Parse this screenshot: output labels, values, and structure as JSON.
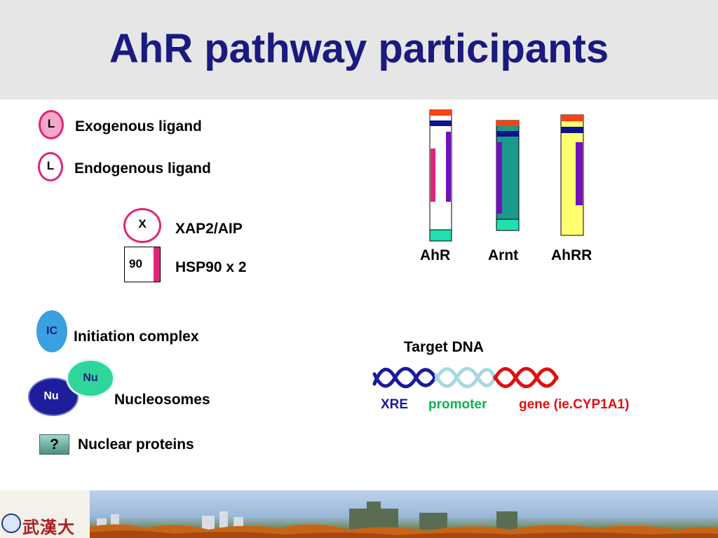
{
  "title": "AhR pathway participants",
  "legend": {
    "exogenous": {
      "symbol": "L",
      "label": "Exogenous ligand"
    },
    "endogenous": {
      "symbol": "L",
      "label": "Endogenous ligand"
    },
    "xap2": {
      "symbol": "X",
      "label": "XAP2/AIP"
    },
    "hsp90": {
      "symbol": "90",
      "label": "HSP90 x 2"
    },
    "initiation": {
      "symbol": "IC",
      "label": "Initiation complex"
    },
    "nucleosomes": {
      "symbol_front": "Nu",
      "symbol_back": "Nu",
      "label": "Nucleosomes"
    },
    "nuclear": {
      "symbol": "?",
      "label": "Nuclear proteins"
    }
  },
  "proteins": [
    {
      "name": "AhR",
      "fill": "#ffffff"
    },
    {
      "name": "Arnt",
      "fill": "#1a9a8a"
    },
    {
      "name": "AhRR",
      "fill": "#ffff70"
    }
  ],
  "target_dna": {
    "title": "Target DNA",
    "segments": [
      {
        "label": "XRE",
        "color": "#1a1a9a"
      },
      {
        "label": "promoter",
        "color": "#10b050"
      },
      {
        "label": "gene (ie.CYP1A1)",
        "color": "#e01010"
      }
    ],
    "helix_colors": [
      "#1a1a9a",
      "#a8d8e0",
      "#e01010"
    ]
  },
  "footer": {
    "logo_text": "武漢大學"
  },
  "colors": {
    "title": "#1a1a80",
    "magenta": "#e0247a",
    "orange": "#ff4010",
    "navy": "#101090",
    "purple": "#7010c0",
    "teal_light": "#20e0b0"
  }
}
